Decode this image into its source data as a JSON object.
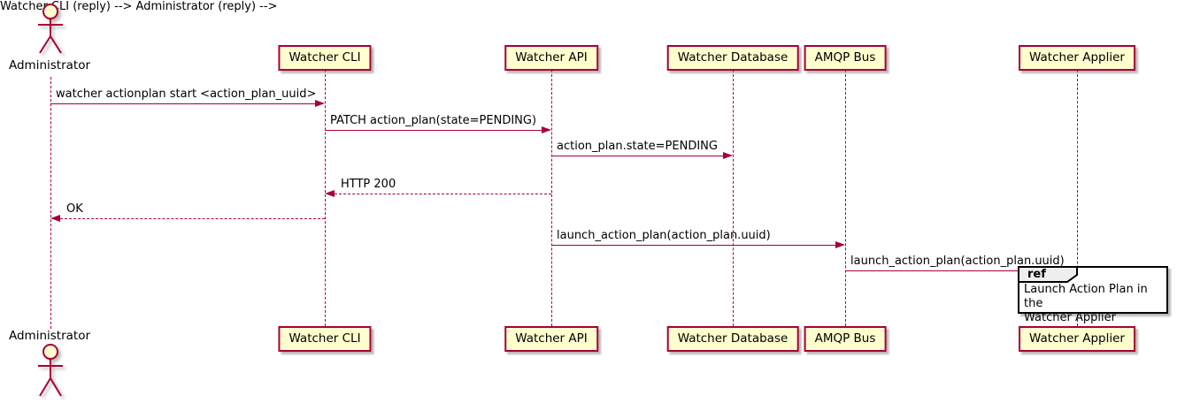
{
  "diagram_type": "uml-sequence-diagram",
  "colors": {
    "line_accent": "#A80036",
    "participant_fill": "#FEFECE",
    "ref_header_fill": "#EEEEEE",
    "ref_border": "#000000",
    "text": "#000000"
  },
  "actors": {
    "top": {
      "label": "Administrator"
    },
    "bottom": {
      "label": "Administrator"
    }
  },
  "participants": [
    {
      "label": "Watcher CLI"
    },
    {
      "label": "Watcher API"
    },
    {
      "label": "Watcher Database"
    },
    {
      "label": "AMQP Bus"
    },
    {
      "label": "Watcher Applier"
    }
  ],
  "messages": [
    {
      "label": "watcher actionplan start <action_plan_uuid>",
      "from": "Administrator",
      "to": "Watcher CLI",
      "style": "solid"
    },
    {
      "label": "PATCH action_plan(state=PENDING)",
      "from": "Watcher CLI",
      "to": "Watcher API",
      "style": "solid"
    },
    {
      "label": "action_plan.state=PENDING",
      "from": "Watcher API",
      "to": "Watcher Database",
      "style": "solid"
    },
    {
      "label": "HTTP 200",
      "from": "Watcher API",
      "to": "Watcher CLI",
      "style": "dashed"
    },
    {
      "label": "OK",
      "from": "Watcher CLI",
      "to": "Administrator",
      "style": "dashed"
    },
    {
      "label": "launch_action_plan(action_plan.uuid)",
      "from": "Watcher API",
      "to": "AMQP Bus",
      "style": "solid"
    },
    {
      "label": "launch_action_plan(action_plan.uuid)",
      "from": "AMQP Bus",
      "to": "Watcher Applier",
      "style": "solid"
    }
  ],
  "ref": {
    "keyword": "ref",
    "line1": "Launch Action Plan in the",
    "line2": "Watcher Applier"
  }
}
